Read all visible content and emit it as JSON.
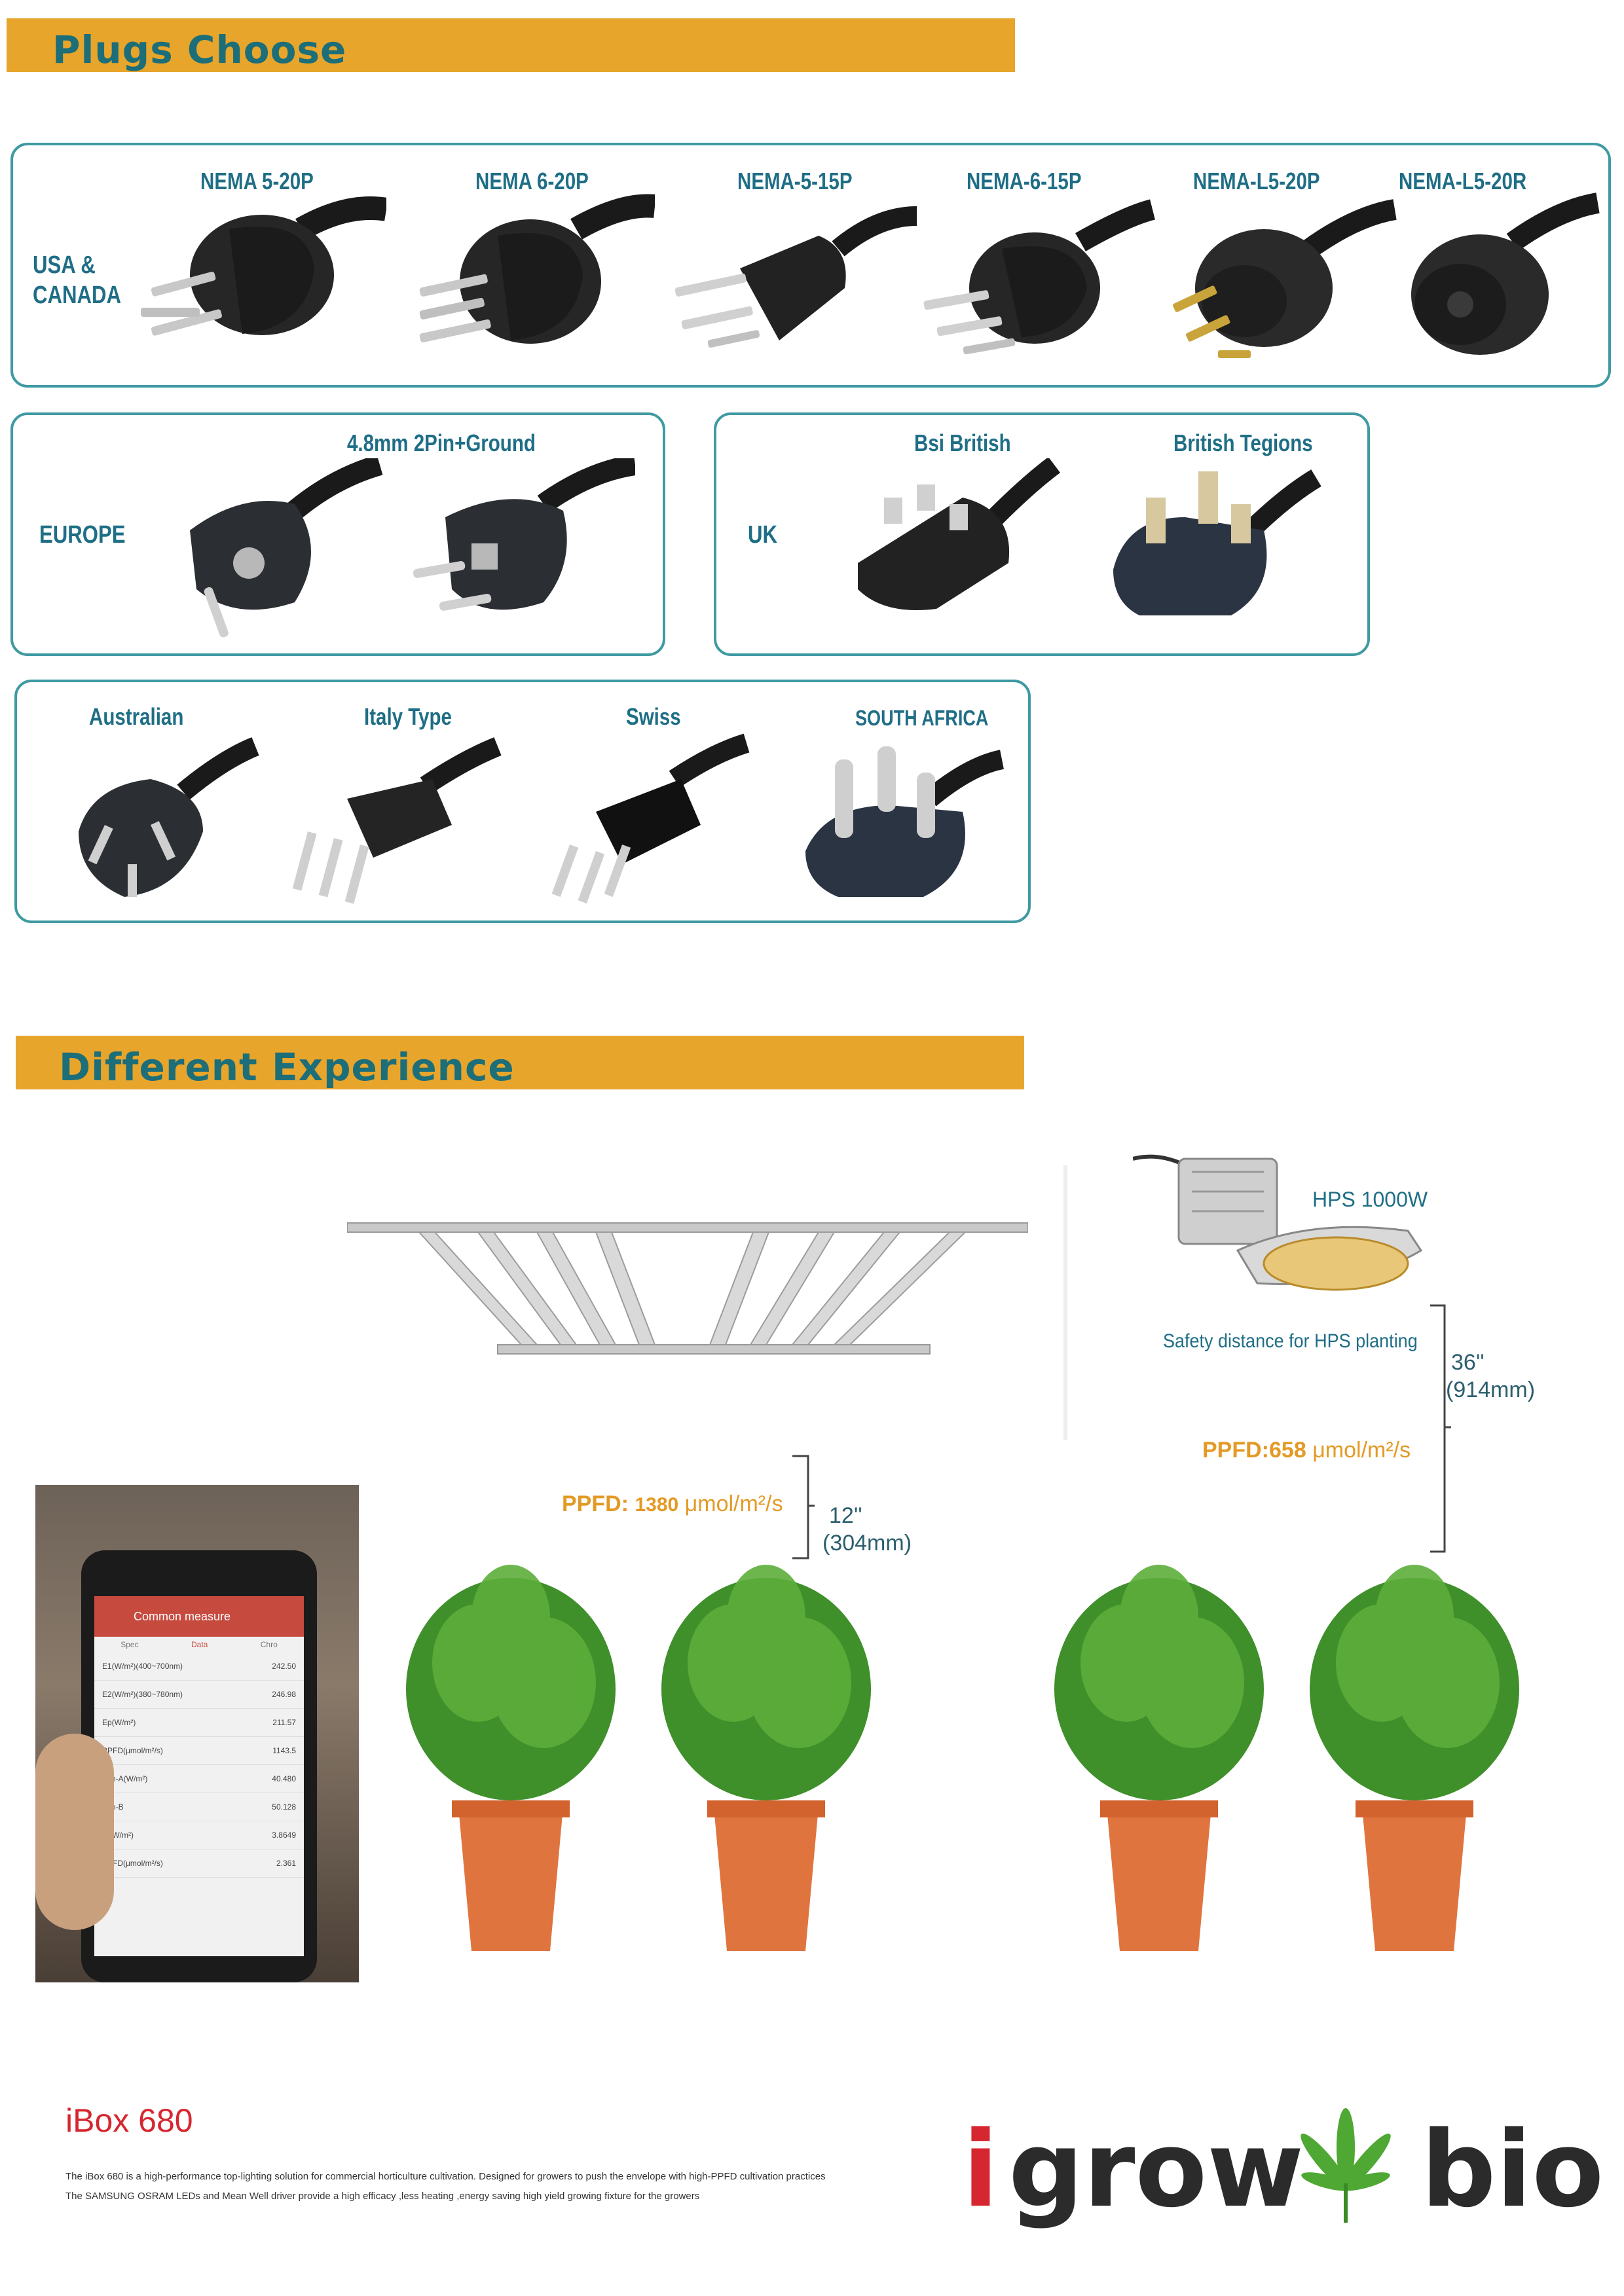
{
  "plugs_section": {
    "title": "Plugs Choose",
    "usa": {
      "region": "USA &\nCANADA",
      "plugs": [
        "NEMA 5-20P",
        "NEMA 6-20P",
        "NEMA-5-15P",
        "NEMA-6-15P",
        "NEMA-L5-20P",
        "NEMA-L5-20R"
      ]
    },
    "europe": {
      "region": "EUROPE",
      "plug_label": "4.8mm 2Pin+Ground"
    },
    "uk": {
      "region": "UK",
      "plugs": [
        "Bsi British",
        "British Tegions"
      ]
    },
    "others": {
      "plugs": [
        "Australian",
        "Italy Type",
        "Swiss",
        "SOUTH AFRICA"
      ]
    }
  },
  "experience_section": {
    "title": "Different Experience",
    "hps_label": "HPS 1000W",
    "safety_label": "Safety distance for HPS planting",
    "hps_distance_in": "36''",
    "hps_distance_mm": "(914mm)",
    "hps_ppfd_prefix": "PPFD:",
    "hps_ppfd_value": "658",
    "hps_ppfd_unit": "μmol/m²/s",
    "led_ppfd_prefix": "PPFD:",
    "led_ppfd_value": "1380",
    "led_ppfd_unit": "μmol/m²/s",
    "led_distance_in": "12''",
    "led_distance_mm": "(304mm)",
    "phone": {
      "header": "Common measure",
      "tabs": [
        "Spec",
        "Data",
        "Chro"
      ],
      "rows": [
        {
          "label": "E1(W/m²)(400~700nm)",
          "value": "242.50"
        },
        {
          "label": "E2(W/m²)(380~780nm)",
          "value": "246.98"
        },
        {
          "label": "Ep(W/m²)",
          "value": "211.57"
        },
        {
          "label": "PPFD(μmol/m²/s)",
          "value": "1143.5"
        },
        {
          "label": "Ech-A(W/m²)",
          "value": "40.480"
        },
        {
          "label": "Ech-B",
          "value": "50.128"
        },
        {
          "label": "Ef(W/m²)",
          "value": "3.8649"
        },
        {
          "label": "PPFD(μmol/m²/s)",
          "value": "2.361"
        }
      ]
    }
  },
  "footer": {
    "product": "iBox 680",
    "desc_line1": "The iBox 680 is a high-performance top-lighting solution for commercial horticulture cultivation.    Designed for growers to push the envelope with  high-PPFD cultivation practices",
    "desc_line2": "The SAMSUNG OSRAM LEDs and Mean Well driver provide a high efficacy ,less heating ,energy saving high yield growing fixture for the growers",
    "logo_i": "i",
    "logo_grow": "grow",
    "logo_bio": "bio"
  },
  "colors": {
    "banner": "#e8a52c",
    "teal": "#1f6e86",
    "orange": "#e39a25",
    "logo_red": "#d6262f",
    "logo_dark": "#2b2b2b"
  }
}
